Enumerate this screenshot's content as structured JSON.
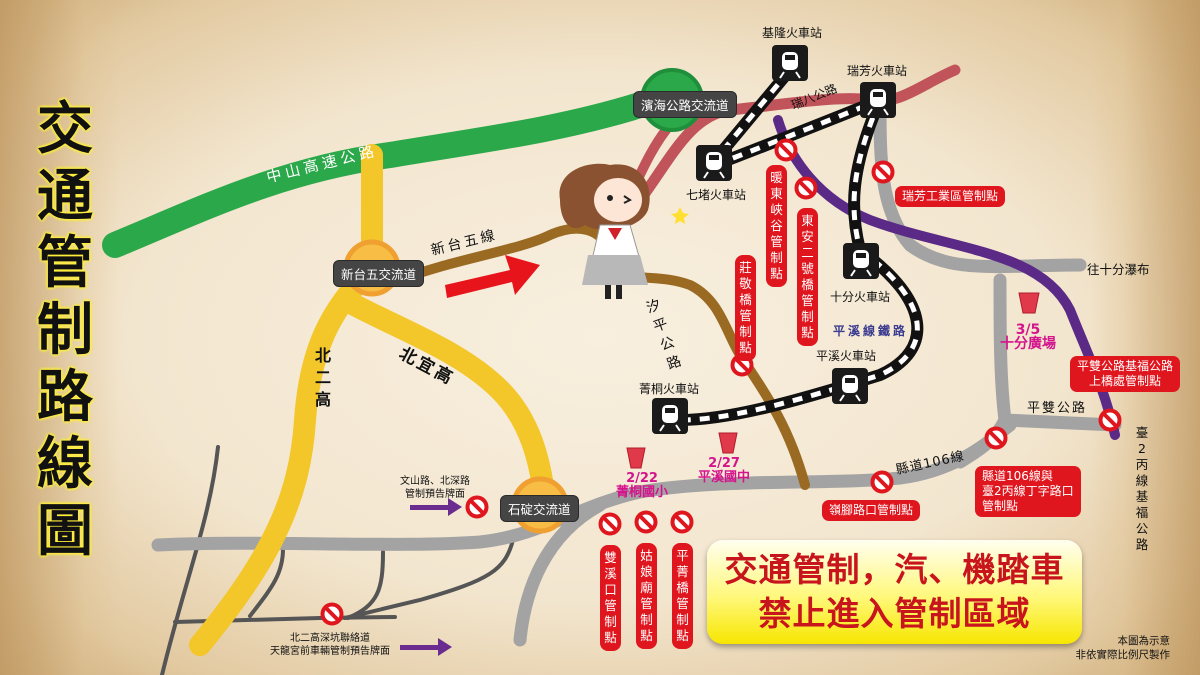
{
  "title": "交通管制路線圖",
  "title_chars": [
    "交",
    "通",
    "管",
    "制",
    "路",
    "線",
    "圖"
  ],
  "roads": {
    "highway_zhongshan": "中山高速公路",
    "new_tai5": "新台五線",
    "beier_gao": "北二高",
    "beiyi_gao": "北宜高",
    "xiping": "汐平公路",
    "ruiba": "瑞八公路",
    "county106": "縣道106線",
    "pingshuang": "平雙公路",
    "tai2bing": "臺2丙線基福公路",
    "to_shifen_falls": "往十分瀑布",
    "pingxi_rail": "平溪線鐵路"
  },
  "interchanges": [
    {
      "label": "濱海公路交流道",
      "color": "#2aa84a"
    },
    {
      "label": "新台五交流道",
      "color": "#f2a93b"
    },
    {
      "label": "石碇交流道",
      "color": "#f2a93b"
    }
  ],
  "stations": [
    {
      "label": "基隆火車站"
    },
    {
      "label": "瑞芳火車站"
    },
    {
      "label": "七堵火車站"
    },
    {
      "label": "十分火車站"
    },
    {
      "label": "平溪火車站"
    },
    {
      "label": "菁桐火車站"
    }
  ],
  "checkpoints": {
    "nuandong": "暖東峽谷管制點",
    "dongan": "東安二號橋管制點",
    "zhuangjing": "莊敬橋管制點",
    "ruifang_industrial": "瑞芳工業區管制點",
    "pingshuang_jifu": [
      "平雙公路基福公路",
      "上橋處管制點"
    ],
    "county106_tai2bing": [
      "縣道106線與",
      "臺2丙線丁字路口",
      "管制點"
    ],
    "lingjiao": "嶺腳路口管制點",
    "shuangxikou": "雙溪口管制點",
    "guniangmiao": "姑娘廟管制點",
    "pingjingqiao": "平菁橋管制點"
  },
  "warning_signs": {
    "wenshan": [
      "文山路、北深路",
      "管制預告牌面"
    ],
    "beier_shenkeng": [
      "北二高深坑聯絡道",
      "天龍宮前車輛管制預告牌面"
    ]
  },
  "events": [
    {
      "date": "2/22",
      "place": "菁桐國小"
    },
    {
      "date": "2/27",
      "place": "平溪國中"
    },
    {
      "date": "3/5",
      "place": "十分廣場"
    }
  ],
  "banner": {
    "line1": "交通管制，汽、機踏車",
    "line2": "禁止進入管制區域"
  },
  "note": [
    "本圖為示意",
    "非依實際比例尺製作"
  ],
  "colors": {
    "highway_green": "#2aa84a",
    "expressway_yellow": "#f3c62a",
    "provincial_brown": "#9a6a23",
    "ruiba_red": "#c0545a",
    "tai2bing_purple": "#5b2a86",
    "local_gray": "#a3a3a3",
    "checkpoint_red": "#e0161e",
    "event_magenta": "#d4148c"
  }
}
